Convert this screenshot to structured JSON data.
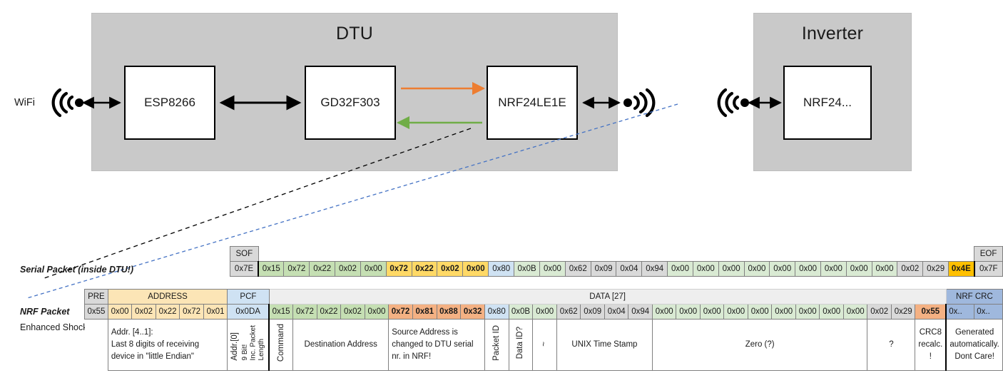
{
  "top_diagram": {
    "dtu": {
      "title": "DTU",
      "chips": [
        "ESP8266",
        "GD32F303",
        "NRF24LE1E"
      ]
    },
    "inverter": {
      "title": "Inverter",
      "chips": [
        "NRF24..."
      ]
    },
    "wifi_label": "WiFi",
    "arrows": {
      "orange_color": "#ED7D31",
      "green_color": "#70AD47"
    },
    "antenna_icon": "antenna-icon"
  },
  "labels": {
    "serial_packet": "Serial Packet (inside DTU!)",
    "nrf_packet": "NRF Packet",
    "enhanced_shockburst": "Enhanced Shockburst"
  },
  "serial_packet": {
    "header": {
      "sof": "SOF",
      "eof": "EOF"
    },
    "sof_value": "0x7E",
    "eof_value": "0x7F",
    "cells": [
      {
        "v": "0x15",
        "c": "c-green"
      },
      {
        "v": "0x72",
        "c": "c-green"
      },
      {
        "v": "0x22",
        "c": "c-green"
      },
      {
        "v": "0x02",
        "c": "c-green"
      },
      {
        "v": "0x00",
        "c": "c-green"
      },
      {
        "v": "0x72",
        "c": "c-yellow"
      },
      {
        "v": "0x22",
        "c": "c-yellow"
      },
      {
        "v": "0x02",
        "c": "c-yellow"
      },
      {
        "v": "0x00",
        "c": "c-yellow"
      },
      {
        "v": "0x80",
        "c": "c-blue"
      },
      {
        "v": "0x0B",
        "c": "c-lgreen"
      },
      {
        "v": "0x00",
        "c": "c-lgreen"
      },
      {
        "v": "0x62",
        "c": "c-grey"
      },
      {
        "v": "0x09",
        "c": "c-grey"
      },
      {
        "v": "0x04",
        "c": "c-grey"
      },
      {
        "v": "0x94",
        "c": "c-grey"
      },
      {
        "v": "0x00",
        "c": "c-lgreen"
      },
      {
        "v": "0x00",
        "c": "c-lgreen"
      },
      {
        "v": "0x00",
        "c": "c-lgreen"
      },
      {
        "v": "0x00",
        "c": "c-lgreen"
      },
      {
        "v": "0x00",
        "c": "c-lgreen"
      },
      {
        "v": "0x00",
        "c": "c-lgreen"
      },
      {
        "v": "0x00",
        "c": "c-lgreen"
      },
      {
        "v": "0x00",
        "c": "c-lgreen"
      },
      {
        "v": "0x00",
        "c": "c-lgreen"
      },
      {
        "v": "0x02",
        "c": "c-grey"
      },
      {
        "v": "0x29",
        "c": "c-grey"
      },
      {
        "v": "0x4E",
        "c": "c-amber"
      }
    ]
  },
  "nrf_packet": {
    "headers": {
      "pre": "PRE",
      "address": "ADDRESS",
      "pcf": "PCF",
      "data": "DATA [27]",
      "crc": "NRF CRC"
    },
    "pre_value": "0x55",
    "address_values": [
      "0x00",
      "0x02",
      "0x22",
      "0x72",
      "0x01"
    ],
    "pcf_value": "0x0DA",
    "cells": [
      {
        "v": "0x15",
        "c": "c-green"
      },
      {
        "v": "0x72",
        "c": "c-green"
      },
      {
        "v": "0x22",
        "c": "c-green"
      },
      {
        "v": "0x02",
        "c": "c-green"
      },
      {
        "v": "0x00",
        "c": "c-green"
      },
      {
        "v": "0x72",
        "c": "c-orange"
      },
      {
        "v": "0x81",
        "c": "c-orange"
      },
      {
        "v": "0x88",
        "c": "c-orange"
      },
      {
        "v": "0x32",
        "c": "c-orange"
      },
      {
        "v": "0x80",
        "c": "c-blue"
      },
      {
        "v": "0x0B",
        "c": "c-lgreen"
      },
      {
        "v": "0x00",
        "c": "c-lgreen"
      },
      {
        "v": "0x62",
        "c": "c-grey"
      },
      {
        "v": "0x09",
        "c": "c-grey"
      },
      {
        "v": "0x04",
        "c": "c-grey"
      },
      {
        "v": "0x94",
        "c": "c-grey"
      },
      {
        "v": "0x00",
        "c": "c-lgreen"
      },
      {
        "v": "0x00",
        "c": "c-lgreen"
      },
      {
        "v": "0x00",
        "c": "c-lgreen"
      },
      {
        "v": "0x00",
        "c": "c-lgreen"
      },
      {
        "v": "0x00",
        "c": "c-lgreen"
      },
      {
        "v": "0x00",
        "c": "c-lgreen"
      },
      {
        "v": "0x00",
        "c": "c-lgreen"
      },
      {
        "v": "0x00",
        "c": "c-lgreen"
      },
      {
        "v": "0x00",
        "c": "c-lgreen"
      },
      {
        "v": "0x02",
        "c": "c-grey"
      },
      {
        "v": "0x29",
        "c": "c-grey"
      },
      {
        "v": "0x55",
        "c": "c-orange"
      }
    ],
    "crc_values": [
      "0x..",
      "0x.."
    ]
  },
  "annotations": {
    "address": "Addr. [4..1]:\nLast 8 digits of receiving device in \"little Endian\"",
    "address_line1": "Addr. [4..1]:",
    "address_line2": "Last 8 digits of receiving",
    "address_line3": "device in \"little Endian\"",
    "addr0": "Addr.[0]",
    "packet_length_l1": "9 Bit!",
    "packet_length_l2": "Inc. Packet",
    "packet_length_l3": "Length",
    "command": "Command",
    "destination_address": "Destination Address",
    "source_address_l1": "Source Address is",
    "source_address_l2": "changed to DTU serial",
    "source_address_l3": "nr. in NRF!",
    "packet_id": "Packet ID",
    "data_id": "Data ID?",
    "tilde": "~",
    "unix_time_stamp": "UNIX Time Stamp",
    "zero": "Zero (?)",
    "question": "?",
    "crc8_l1": "CRC8",
    "crc8_l2": "recalc.",
    "crc8_l3": "!",
    "generated_l1": "Generated",
    "generated_l2": "automatically.",
    "generated_l3": "Dont Care!"
  }
}
